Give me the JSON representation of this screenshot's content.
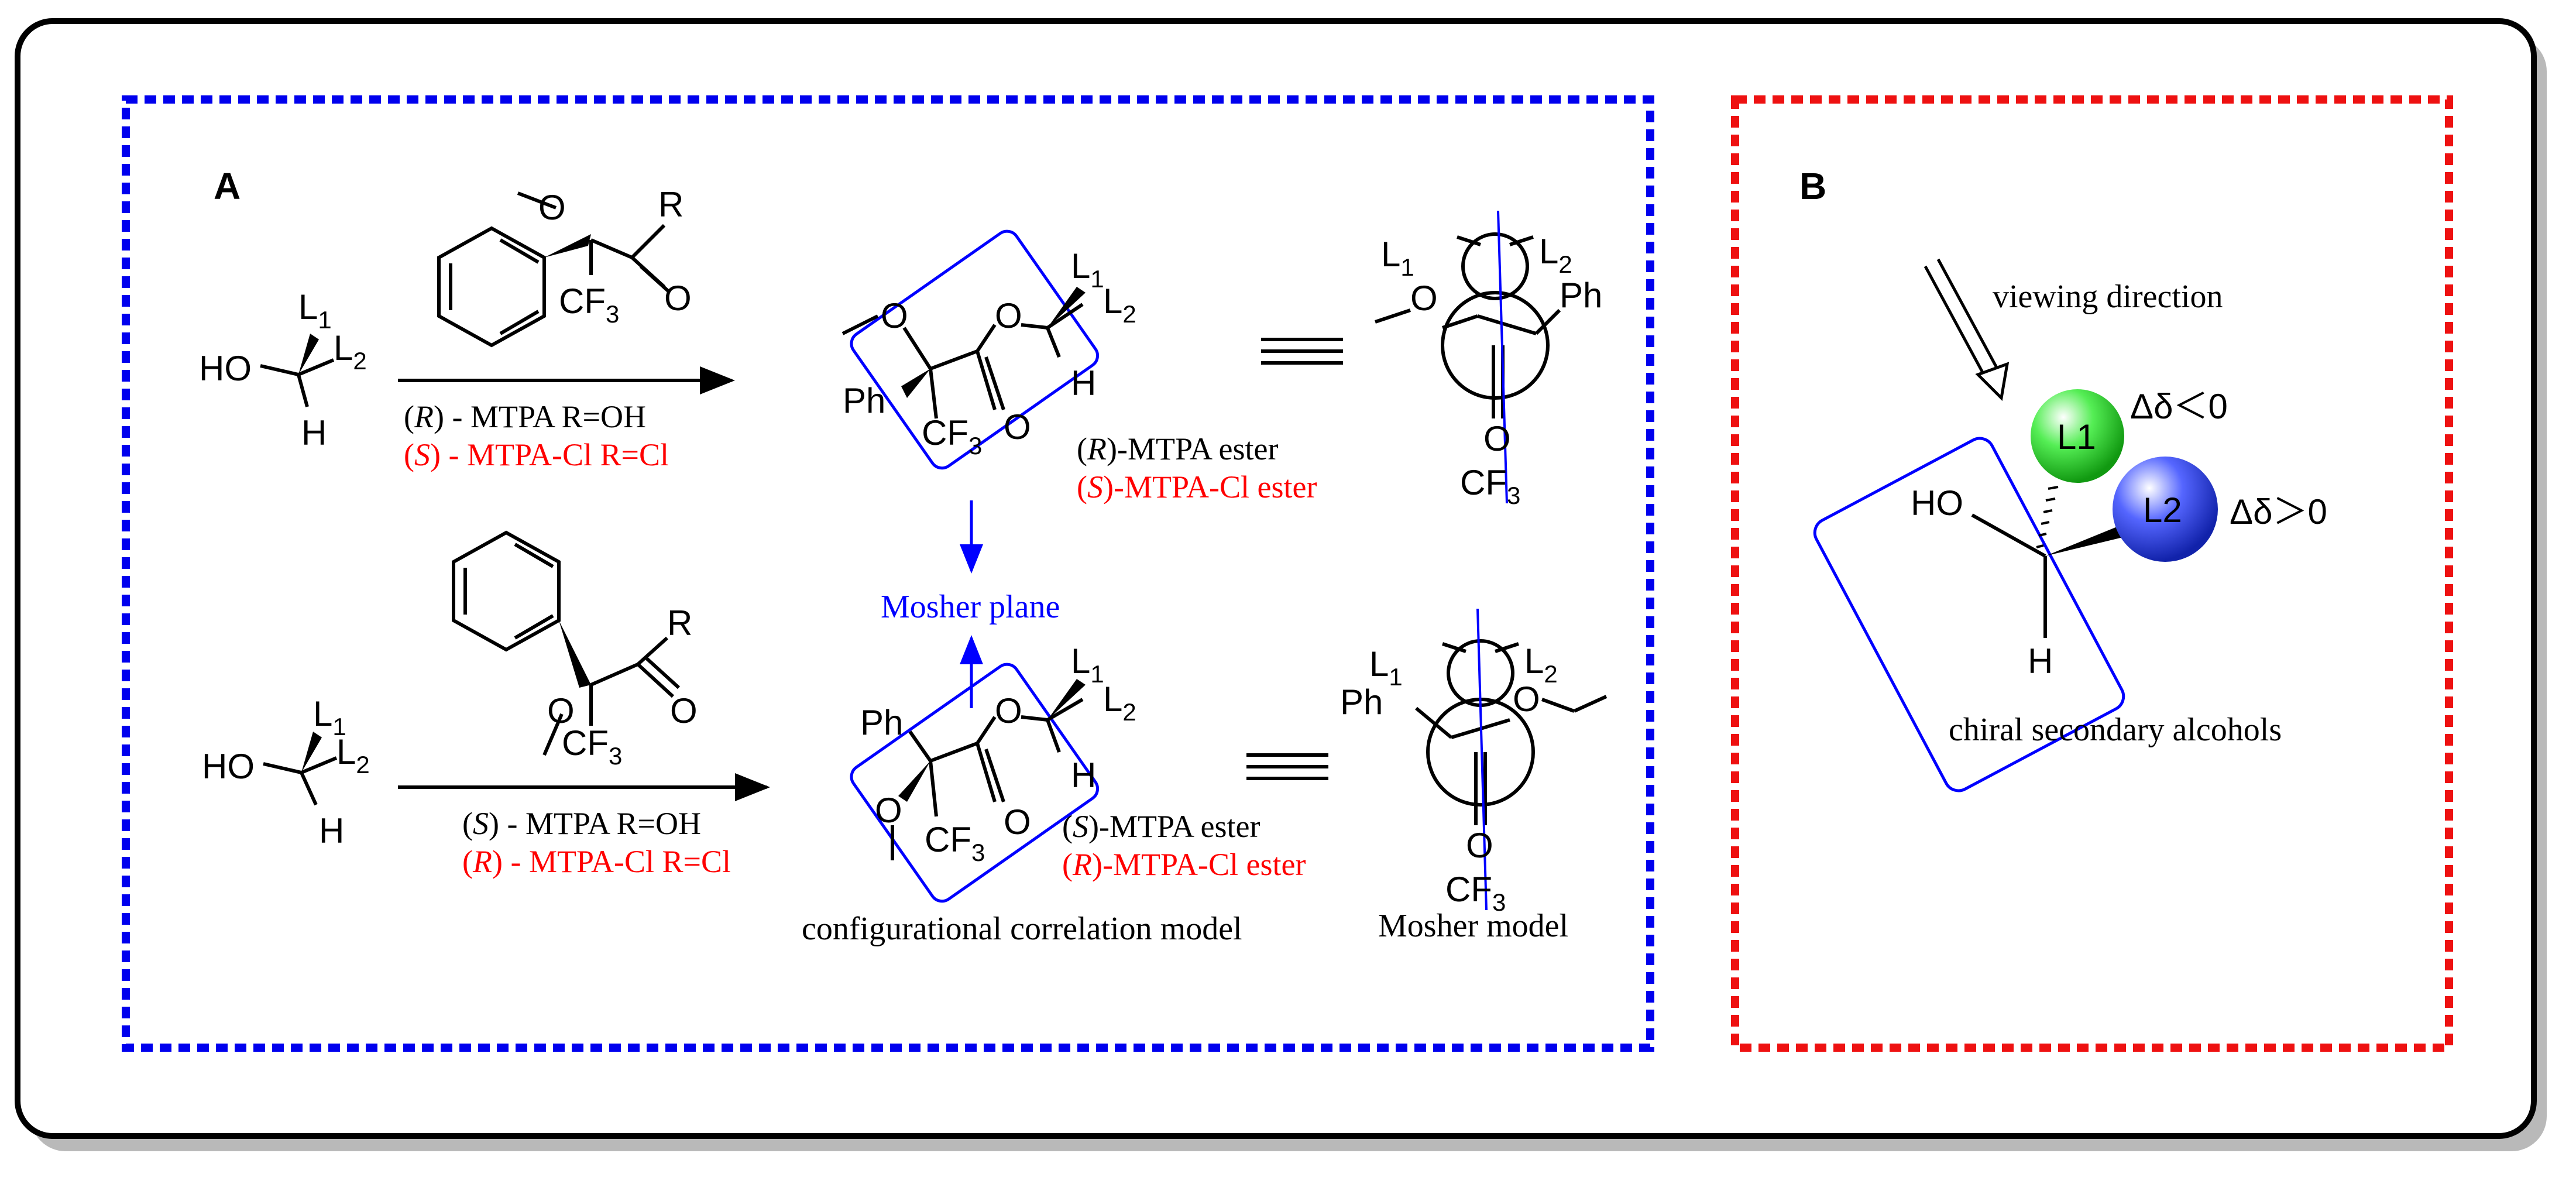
{
  "colors": {
    "black": "#000000",
    "red": "#ff0000",
    "blue": "#0000ff",
    "frame_blue": "#0000ee",
    "frame_red": "#ee1111",
    "shadow": "#b9b9b9",
    "l1_sphere": "#33dd33",
    "l2_sphere": "#3344ee"
  },
  "panel_a": {
    "label": "A",
    "reaction1": {
      "reagent_line1_cfg": "R",
      "reagent_line1_rest": " - MTPA    R=OH",
      "reagent_line2_cfg": "S",
      "reagent_line2_rest": " - MTPA-Cl  R=Cl",
      "product_line1_cfg": "R",
      "product_line1_rest": "-MTPA  ester",
      "product_line2_cfg": "S",
      "product_line2_rest": "-MTPA-Cl ester"
    },
    "reaction2": {
      "reagent_line1_cfg": "S",
      "reagent_line1_rest": " - MTPA   R=OH",
      "reagent_line2_cfg": "R",
      "reagent_line2_rest": " - MTPA-Cl  R=Cl",
      "product_line1_cfg": "S",
      "product_line1_rest": "-MTPA  ester",
      "product_line2_cfg": "R",
      "product_line2_rest": "-MTPA-Cl ester"
    },
    "mosher_plane": "Mosher plane",
    "correlation_caption": "configurational correlation model",
    "mosher_caption": "Mosher model",
    "atoms": {
      "ho": "HO",
      "h": "H",
      "l": "L",
      "sub1": "1",
      "sub2": "2",
      "r": "R",
      "o": "O",
      "cf": "CF",
      "sub3": "3",
      "ph": "Ph"
    }
  },
  "panel_b": {
    "label": "B",
    "viewing_direction": "viewing direction",
    "ho": "HO",
    "h": "H",
    "l1": "L1",
    "l2": "L2",
    "delta_l1": "Δδ＜0",
    "delta_l2": "Δδ＞0",
    "caption": "chiral secondary alcohols"
  }
}
